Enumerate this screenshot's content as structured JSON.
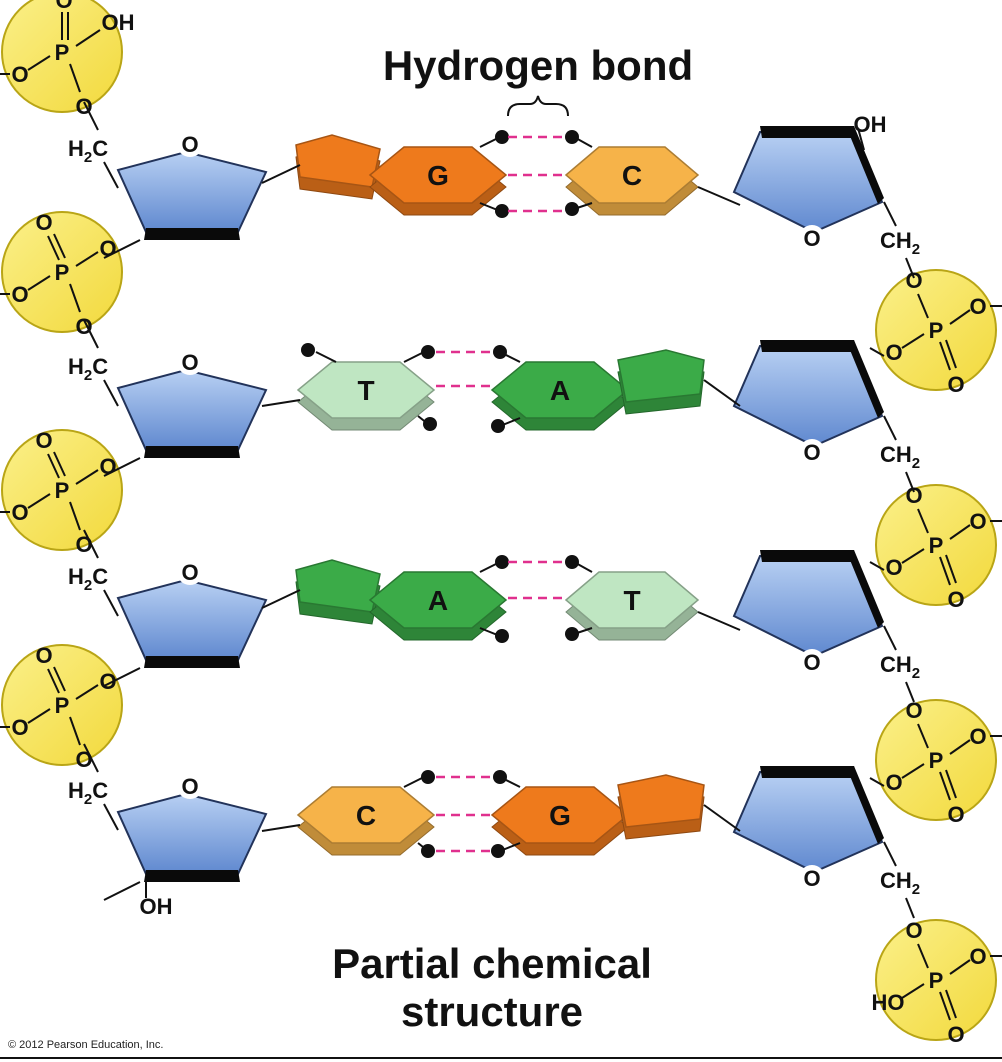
{
  "title": "Hydrogen bond",
  "caption_line1": "Partial chemical",
  "caption_line2": "structure",
  "copyright": "© 2012 Pearson Education, Inc.",
  "colors": {
    "phosphate_fill": "#f7e463",
    "phosphate_stroke": "#b9a516",
    "sugar_fill": "#8db0e6",
    "sugar_dark": "#0a0a0a",
    "g_fill": "#ee7a1c",
    "c_fill": "#f6b349",
    "a_fill": "#3bab48",
    "t_fill": "#bfe6c2",
    "hbond": "#e0308e"
  },
  "atoms": {
    "P": "P",
    "O": "O",
    "OH": "OH",
    "HO": "HO",
    "H": "H",
    "C": "C",
    "sub2": "2"
  },
  "pairs": [
    {
      "left": "G",
      "right": "C"
    },
    {
      "left": "T",
      "right": "A"
    },
    {
      "left": "A",
      "right": "T"
    },
    {
      "left": "C",
      "right": "G"
    }
  ]
}
